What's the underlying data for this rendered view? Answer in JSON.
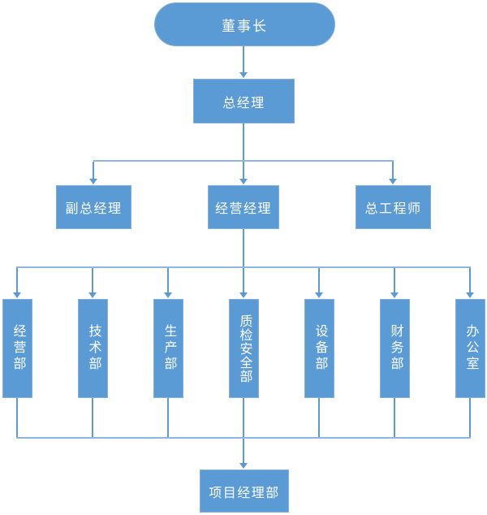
{
  "org_chart": {
    "nodes": {
      "chairman": {
        "label": "董事长"
      },
      "general_manager": {
        "label": "总经理"
      },
      "managers": [
        {
          "id": "deputy-general-manager",
          "label": "副总经理"
        },
        {
          "id": "operations-manager",
          "label": "经营经理"
        },
        {
          "id": "chief-engineer",
          "label": "总工程师"
        }
      ],
      "departments": [
        {
          "id": "operations-dept",
          "label": "经营部"
        },
        {
          "id": "technology-dept",
          "label": "技术部"
        },
        {
          "id": "production-dept",
          "label": "生产部"
        },
        {
          "id": "quality-safety-dept",
          "label": "质检安全部"
        },
        {
          "id": "equipment-dept",
          "label": "设备部"
        },
        {
          "id": "finance-dept",
          "label": "财务部"
        },
        {
          "id": "office",
          "label": "办公室"
        }
      ],
      "project_dept": {
        "label": "项目经理部"
      }
    },
    "hierarchy": [
      {
        "parent": "董事长",
        "children": [
          "总经理"
        ]
      },
      {
        "parent": "总经理",
        "children": [
          "副总经理",
          "经营经理",
          "总工程师"
        ]
      },
      {
        "parent": "经营经理",
        "children": [
          "经营部",
          "技术部",
          "生产部",
          "质检安全部",
          "设备部",
          "财务部",
          "办公室"
        ]
      },
      {
        "parent": "经营部/技术部/生产部/质检安全部/设备部/财务部/办公室",
        "children": [
          "项目经理部"
        ]
      }
    ],
    "colors": {
      "node_fill": "#5B9BD5",
      "node_border": "#85AEDB",
      "connector": "#5B9BD5",
      "connector_light": "#8FB6DF",
      "text": "#FFFFFF"
    }
  }
}
